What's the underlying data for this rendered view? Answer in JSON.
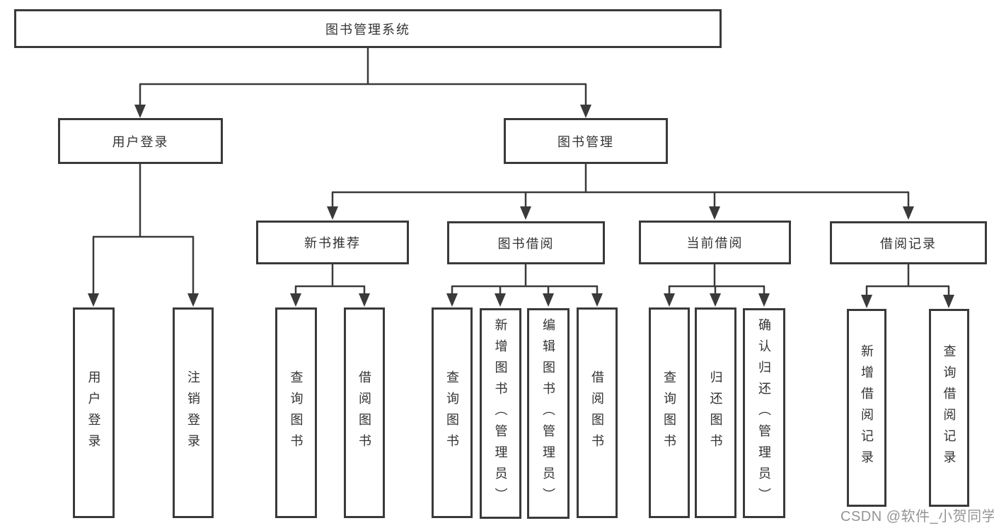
{
  "diagram": {
    "root": {
      "label": "图书管理系统"
    },
    "level2": [
      {
        "label": "用户登录",
        "children": [
          {
            "label": "用户登录"
          },
          {
            "label": "注销登录"
          }
        ]
      },
      {
        "label": "图书管理"
      }
    ],
    "modules": [
      {
        "label": "新书推荐",
        "children": [
          {
            "label": "查询图书"
          },
          {
            "label": "借阅图书"
          }
        ]
      },
      {
        "label": "图书借阅",
        "children": [
          {
            "label": "查询图书"
          },
          {
            "label": "新增图书（管理员）"
          },
          {
            "label": "编辑图书（管理员）"
          },
          {
            "label": "借阅图书"
          }
        ]
      },
      {
        "label": "当前借阅",
        "children": [
          {
            "label": "查询图书"
          },
          {
            "label": "归还图书"
          },
          {
            "label": "确认归还（管理员）"
          }
        ]
      },
      {
        "label": "借阅记录",
        "children": [
          {
            "label": "新增借阅记录"
          },
          {
            "label": "查询借阅记录"
          }
        ]
      }
    ]
  },
  "colors": {
    "line": "#3a3a3a",
    "text": "#333333",
    "box_background": "#ffffff",
    "watermark": "#949494"
  },
  "watermark": {
    "text": "CSDN @软件_小贺同学"
  }
}
